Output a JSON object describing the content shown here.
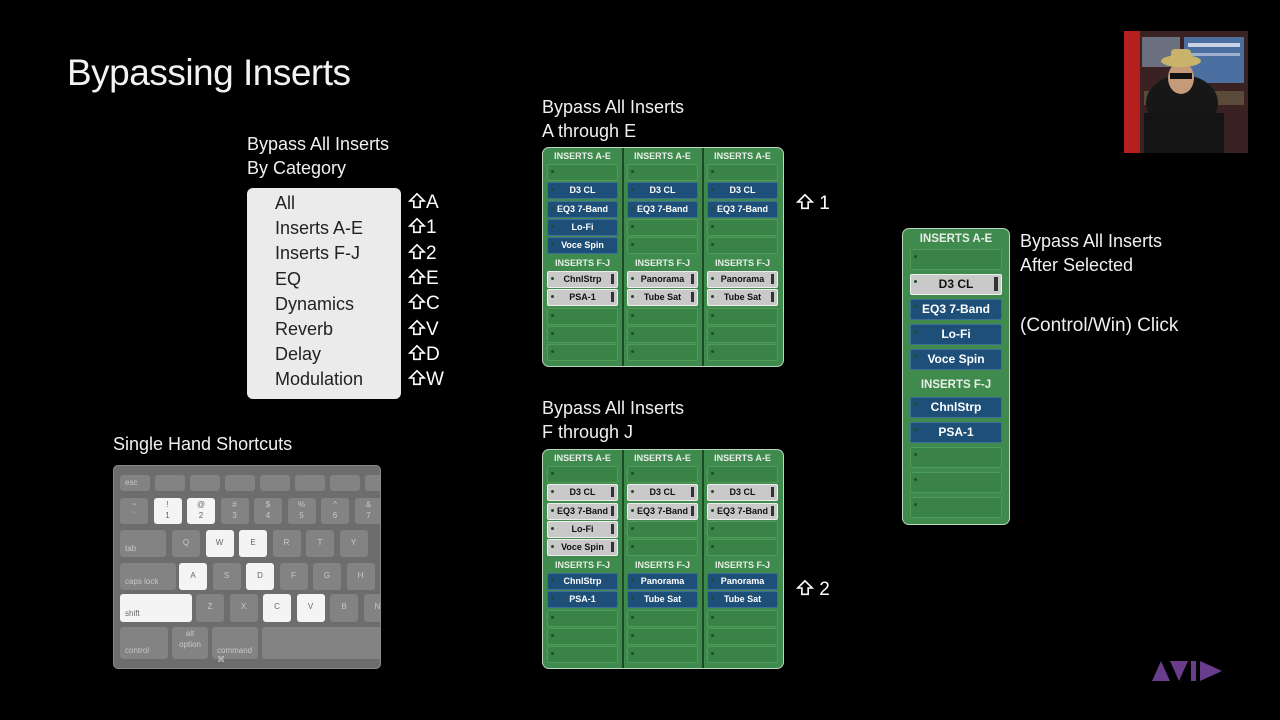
{
  "title": "Bypassing Inserts",
  "category": {
    "heading": "Bypass All Inserts\nBy Category",
    "items": [
      "All",
      "Inserts A-E",
      "Inserts F-J",
      "EQ",
      "Dynamics",
      "Reverb",
      "Delay",
      "Modulation"
    ],
    "shortcuts": [
      "A",
      "1",
      "2",
      "E",
      "C",
      "V",
      "D",
      "W"
    ]
  },
  "panel_ae": {
    "heading": "Bypass All Inserts\nA through E",
    "shortcut": "1",
    "columns": [
      {
        "hdr1": "INSERTS A-E",
        "a": [
          "D3 CL",
          "EQ3 7-Band",
          "Lo-Fi",
          "Voce Spin"
        ],
        "hdr2": "INSERTS F-J",
        "f": [
          "ChnlStrp",
          "PSA-1"
        ]
      },
      {
        "hdr1": "INSERTS A-E",
        "a": [
          "D3 CL",
          "EQ3 7-Band"
        ],
        "hdr2": "INSERTS F-J",
        "f": [
          "Panorama",
          "Tube Sat"
        ]
      },
      {
        "hdr1": "INSERTS A-E",
        "a": [
          "D3 CL",
          "EQ3 7-Band"
        ],
        "hdr2": "INSERTS F-J",
        "f": [
          "Panorama",
          "Tube Sat"
        ]
      }
    ]
  },
  "panel_fj": {
    "heading": "Bypass All Inserts\nF through J",
    "shortcut": "2",
    "columns": [
      {
        "hdr1": "INSERTS A-E",
        "a": [
          "D3 CL",
          "EQ3 7-Band",
          "Lo-Fi",
          "Voce Spin"
        ],
        "hdr2": "INSERTS F-J",
        "f": [
          "ChnlStrp",
          "PSA-1"
        ]
      },
      {
        "hdr1": "INSERTS A-E",
        "a": [
          "D3 CL",
          "EQ3 7-Band"
        ],
        "hdr2": "INSERTS F-J",
        "f": [
          "Panorama",
          "Tube Sat"
        ]
      },
      {
        "hdr1": "INSERTS A-E",
        "a": [
          "D3 CL",
          "EQ3 7-Band"
        ],
        "hdr2": "INSERTS F-J",
        "f": [
          "Panorama",
          "Tube Sat"
        ]
      }
    ]
  },
  "panel_selected": {
    "heading": "Bypass All Inserts\nAfter Selected",
    "click_text": "(Control/Win) Click",
    "hdr1": "INSERTS A-E",
    "a": [
      "D3 CL",
      "EQ3 7-Band",
      "Lo-Fi",
      "Voce Spin"
    ],
    "hdr2": "INSERTS F-J",
    "f": [
      "ChnlStrp",
      "PSA-1"
    ]
  },
  "keyboard": {
    "heading": "Single Hand Shortcuts",
    "row0": [
      "esc",
      "",
      "",
      "",
      "",
      "",
      "",
      ""
    ],
    "row1": [
      [
        "~",
        "`"
      ],
      [
        "!",
        "1"
      ],
      [
        "@",
        "2"
      ],
      [
        "#",
        "3"
      ],
      [
        "$",
        "4"
      ],
      [
        "%",
        "5"
      ],
      [
        "^",
        "6"
      ],
      [
        "&",
        "7"
      ]
    ],
    "row2": [
      "tab",
      "Q",
      "W",
      "E",
      "R",
      "T",
      "Y"
    ],
    "row3": [
      "caps lock",
      "A",
      "S",
      "D",
      "F",
      "G",
      "H"
    ],
    "row4": [
      "shift",
      "Z",
      "X",
      "C",
      "V",
      "B",
      "N"
    ],
    "row5": [
      "control",
      [
        "alt",
        "option"
      ],
      "command ⌘",
      ""
    ]
  },
  "logo": "AVID",
  "colors": {
    "panel_green": "#3f8a4d",
    "insert_blue": "#1d4f78",
    "bypassed_gray": "#c9c9c9",
    "highlight_key": "#f4f4f4"
  }
}
